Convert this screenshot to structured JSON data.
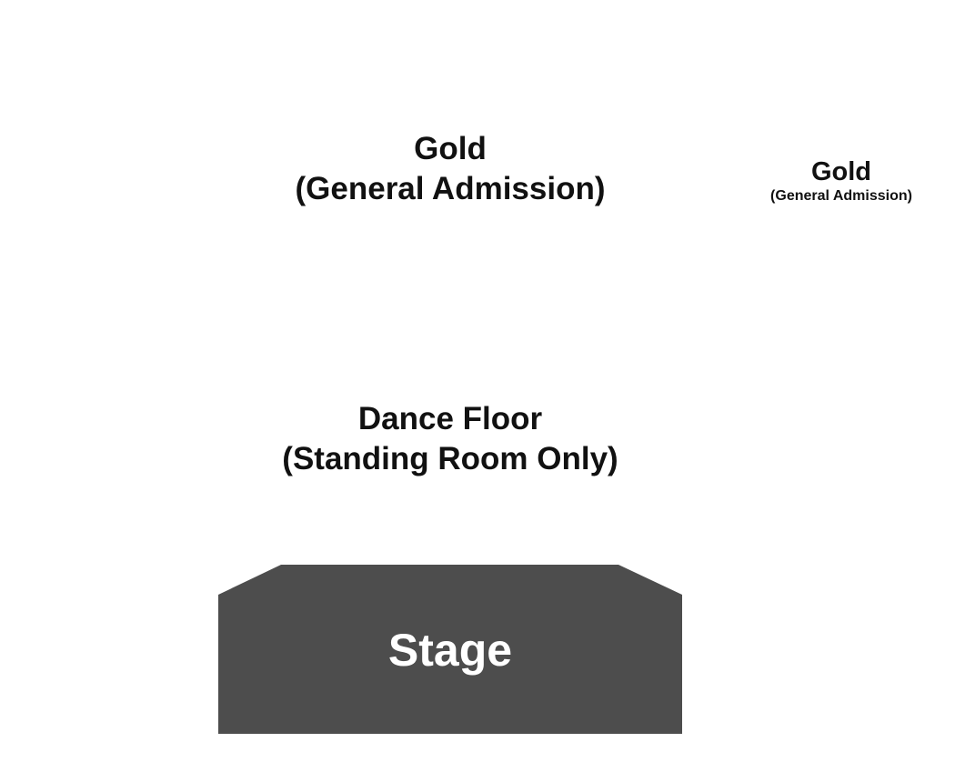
{
  "sections": {
    "gold_main": {
      "name": "Gold",
      "type": "(General Admission)"
    },
    "gold_side": {
      "name": "Gold",
      "type": "(General Admission)"
    },
    "dance_floor": {
      "name": "Dance Floor",
      "type": "(Standing Room Only)"
    }
  },
  "stage": {
    "label": "Stage",
    "fill_color": "#4d4d4d",
    "text_color": "#ffffff"
  },
  "colors": {
    "background": "#ffffff",
    "section_text": "#111111"
  }
}
